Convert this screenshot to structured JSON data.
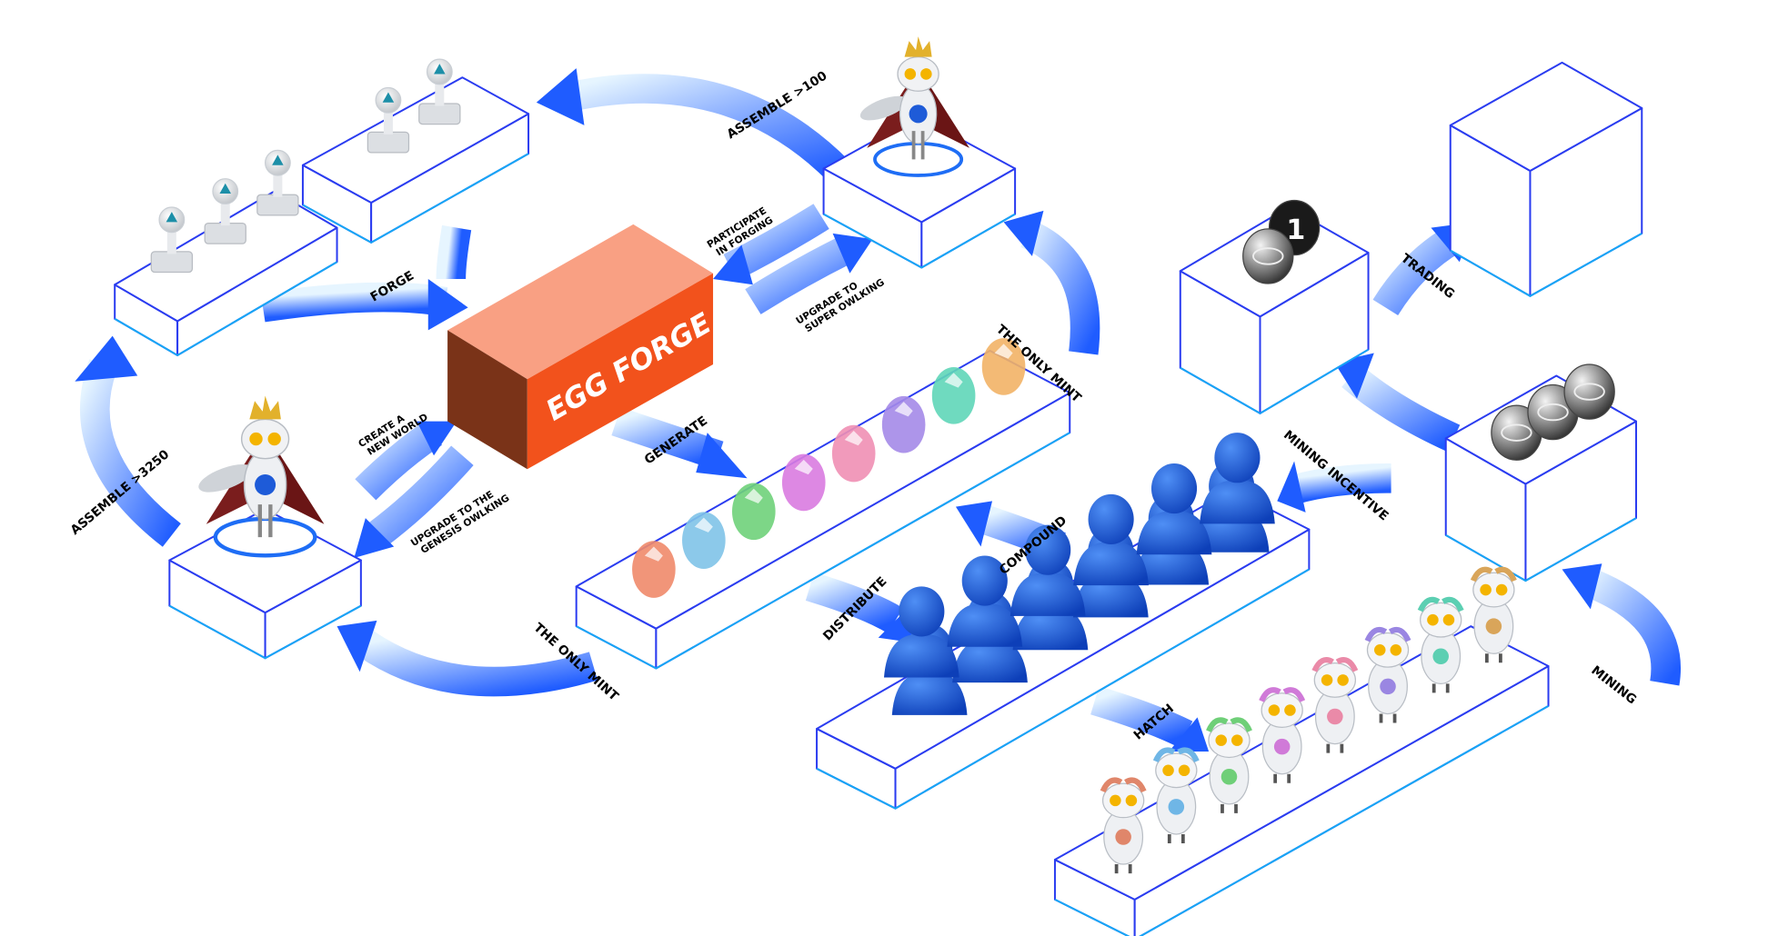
{
  "colors": {
    "wireframe": "#2a3cf0",
    "wireframe_light": "#16a6f5",
    "arrow": "#1f5cff",
    "forge_top": "#f9a083",
    "forge_front": "#f2521c",
    "forge_side": "#7a3318",
    "person": "#1e5bd8"
  },
  "forge": {
    "title": "EGG FORGE"
  },
  "labels": {
    "assemble_100": "ASSEMBLE >100",
    "forge": "FORGE",
    "participate_1": "PARTICIPATE",
    "participate_2": "IN FORGING",
    "upgrade_super_1": "UPGRADE TO",
    "upgrade_super_2": "SUPER OWLKING",
    "create_world_1": "CREATE A",
    "create_world_2": "NEW WORLD",
    "upgrade_genesis_1": "UPGRADE TO THE",
    "upgrade_genesis_2": "GENESIS OWLKING",
    "assemble_3250": "ASSEMBLE >3250",
    "generate": "GENERATE",
    "only_mint_top": "THE ONLY MINT",
    "only_mint_bottom": "THE ONLY MINT",
    "compound": "COMPOUND",
    "distribute": "DISTRIBUTE",
    "hatch": "HATCH",
    "mining_incentive": "MINING INCENTIVE",
    "trading": "TRADING",
    "mining": "MINING"
  },
  "coin_badge": "1",
  "eggs": [
    "#f08a6a",
    "#7fc3e8",
    "#6fd27a",
    "#d97be0",
    "#ef8fb4",
    "#a48ae8",
    "#5fd6b8",
    "#f2b266"
  ],
  "owls": [
    "#e0866a",
    "#6fb6e6",
    "#6fcf78",
    "#d07ad8",
    "#ea8aa8",
    "#9a86e2",
    "#5ccfb2",
    "#d9a55a"
  ]
}
